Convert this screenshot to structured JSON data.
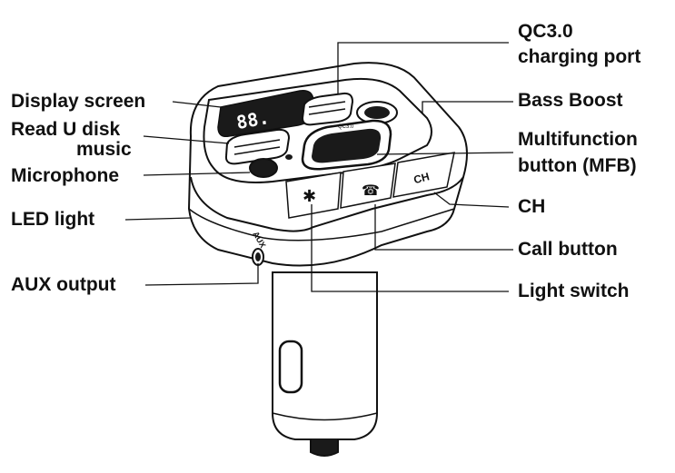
{
  "labels_left": {
    "display_screen": "Display screen",
    "read_u_disk_line1": "Read U disk",
    "read_u_disk_line2": "music",
    "microphone": "Microphone",
    "led_light": "LED light",
    "aux_output": "AUX output"
  },
  "labels_right": {
    "qc30_line1": "QC3.0",
    "qc30_line2": "charging port",
    "bass_boost": "Bass Boost",
    "mfb_line1": "Multifunction",
    "mfb_line2": "button (MFB)",
    "ch": "CH",
    "call_button": "Call button",
    "light_switch": "Light switch"
  },
  "device": {
    "display_digits": "88.",
    "aux_marking": "AUX",
    "ch_marking": "CH",
    "qc_marking": "QC3.0",
    "light_marking": "✱",
    "call_marking": "☎"
  },
  "colors": {
    "line": "#111111",
    "fill": "#ffffff",
    "dark": "#1a1a1a"
  }
}
